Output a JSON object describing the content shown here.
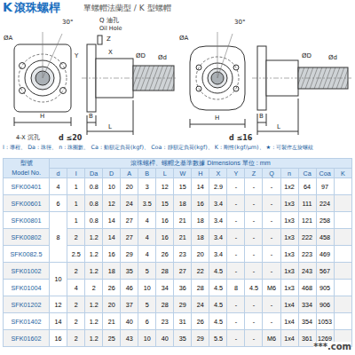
{
  "diagram": {
    "title": "滾珠螺桿",
    "labels": [
      "K",
      "單螺帽法蘭型 / K 型螺帽",
      "30°",
      "Q 油孔",
      "Oil Hole",
      "Z",
      "Y",
      "X",
      "ØA",
      "ØD",
      "Ød",
      "4-X 沉孔",
      "H",
      "B",
      "L",
      "d ≤20",
      "30°",
      "ØA",
      "ØD",
      "Ød",
      "B",
      "L",
      "H",
      "d ≤16",
      "I : 導程、 Da : 珠徑、 n : 珠圈數、 Ca : 動額定負荷(kgf)、 Coa : 靜額定負荷(kgf)、 K : 剛性(kgf/μm)、 ★ : 可製作左旋螺紋",
      "型號",
      "滾珠螺桿、螺帽之基準數據 Dimensions 單位 : mm",
      "Model No.",
      "d",
      "I",
      "Da",
      "D",
      "A",
      "B",
      "L",
      "W",
      "H",
      "X",
      "Y",
      "Z",
      "Q",
      "n",
      "Ca",
      "Coa",
      "K",
      "SFK00401",
      "4",
      "1",
      "0.8",
      "10",
      "20",
      "3",
      "12",
      "15",
      "14",
      "2.9",
      "-",
      "-",
      "-",
      "1x2",
      "64",
      "97",
      "SFK00601",
      "6",
      "1",
      "0.8",
      "12",
      "24",
      "3.5",
      "15",
      "18",
      "16",
      "3.4",
      "-",
      "-",
      "-",
      "1x3",
      "111",
      "224",
      "SFK00801",
      "8",
      "1",
      "0.8",
      "14",
      "27",
      "4",
      "16",
      "21",
      "18",
      "3.4",
      "-",
      "-",
      "-",
      "1x3",
      "121",
      "258",
      "SFK00802",
      "2",
      "1.2",
      "14",
      "27",
      "4",
      "16",
      "21",
      "18",
      "3.4",
      "-",
      "-",
      "-",
      "1x3",
      "222",
      "458",
      "SFK0082.5",
      "2.5",
      "1.2",
      "16",
      "29",
      "4",
      "26",
      "23",
      "20",
      "3.4",
      "-",
      "-",
      "-",
      "1x3",
      "223",
      "469",
      "SFK01002",
      "10",
      "2",
      "1.2",
      "18",
      "35",
      "5",
      "28",
      "27",
      "22",
      "4.5",
      "-",
      "-",
      "-",
      "1x3",
      "243",
      "567",
      "SFK01004",
      "4",
      "2",
      "26",
      "46",
      "10",
      "34",
      "36",
      "28",
      "4.5",
      "8",
      "4.5",
      "M6",
      "1x3",
      "468",
      "905",
      "SFK01202",
      "12",
      "2",
      "1.2",
      "20",
      "37",
      "5",
      "28",
      "29",
      "24",
      "4.5",
      "-",
      "-",
      "-",
      "1x4",
      "334",
      "906",
      "SFK01402",
      "14",
      "2",
      "1.2",
      "21",
      "40",
      "6",
      "23",
      "31",
      "26",
      "4.5",
      "-",
      "-",
      "-",
      "1x4",
      "354",
      "1053",
      "SFK01602",
      "16",
      "2",
      "1.2",
      "25",
      "43",
      "10",
      "40",
      "35",
      "29",
      "5.5",
      "-",
      "-",
      "M6",
      "1x4",
      "361",
      "1269",
      "***.com"
    ]
  }
}
